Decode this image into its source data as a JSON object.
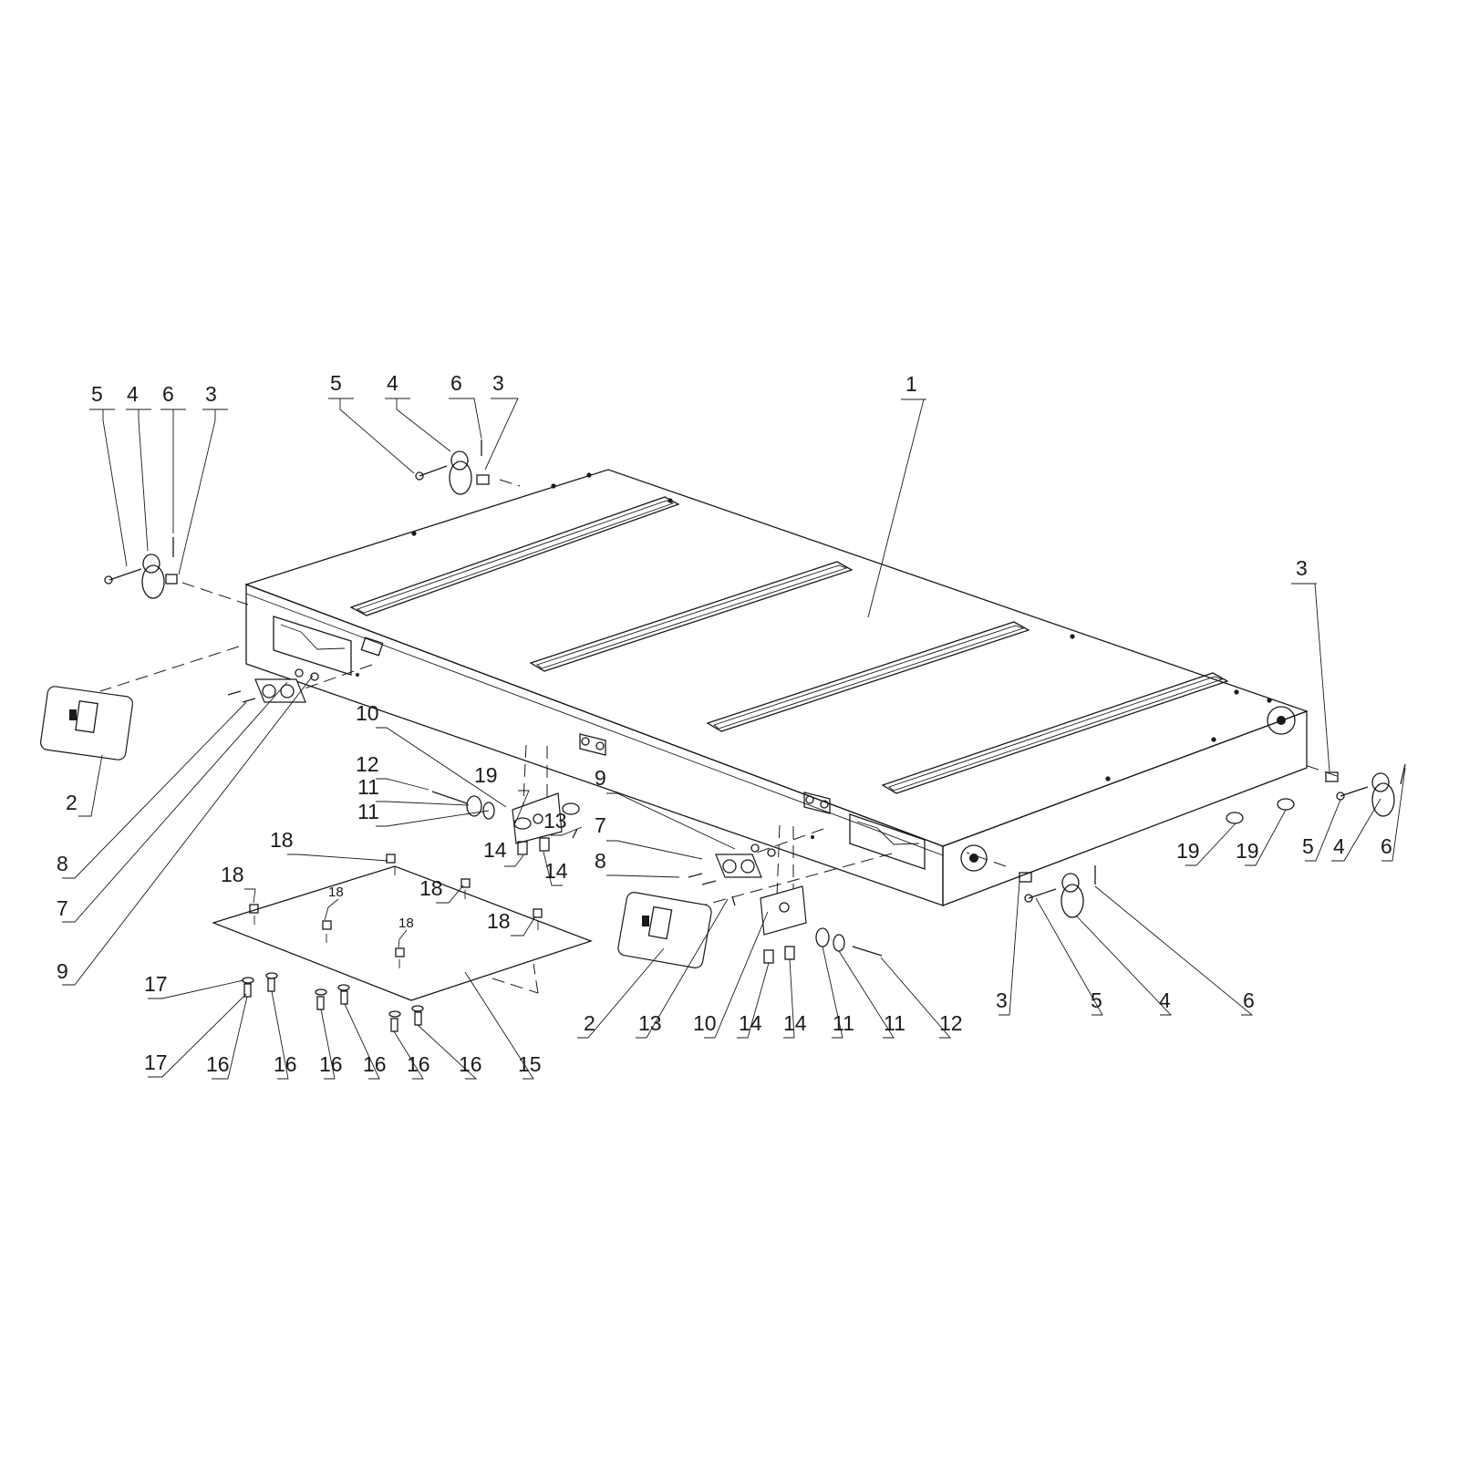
{
  "drawing": {
    "type": "exploded-assembly",
    "callouts": [
      {
        "id": "c-5a",
        "label": "5"
      },
      {
        "id": "c-4a",
        "label": "4"
      },
      {
        "id": "c-6a",
        "label": "6"
      },
      {
        "id": "c-3a",
        "label": "3"
      },
      {
        "id": "c-5b",
        "label": "5"
      },
      {
        "id": "c-4b",
        "label": "4"
      },
      {
        "id": "c-6b",
        "label": "6"
      },
      {
        "id": "c-3b",
        "label": "3"
      },
      {
        "id": "c-1",
        "label": "1"
      },
      {
        "id": "c-3c",
        "label": "3"
      },
      {
        "id": "c-2a",
        "label": "2"
      },
      {
        "id": "c-8a",
        "label": "8"
      },
      {
        "id": "c-7a",
        "label": "7"
      },
      {
        "id": "c-9a",
        "label": "9"
      },
      {
        "id": "c-10a",
        "label": "10"
      },
      {
        "id": "c-12a",
        "label": "12"
      },
      {
        "id": "c-11a",
        "label": "11"
      },
      {
        "id": "c-11b",
        "label": "11"
      },
      {
        "id": "c-19a",
        "label": "19"
      },
      {
        "id": "c-13a",
        "label": "13"
      },
      {
        "id": "c-14a",
        "label": "14"
      },
      {
        "id": "c-14b",
        "label": "14"
      },
      {
        "id": "c-9b",
        "label": "9"
      },
      {
        "id": "c-7b",
        "label": "7"
      },
      {
        "id": "c-8b",
        "label": "8"
      },
      {
        "id": "c-18a",
        "label": "18"
      },
      {
        "id": "c-18b",
        "label": "18"
      },
      {
        "id": "c-18c",
        "label": "18"
      },
      {
        "id": "c-18d",
        "label": "18"
      },
      {
        "id": "c-18e",
        "label": "18"
      },
      {
        "id": "c-18f",
        "label": "18"
      },
      {
        "id": "c-17a",
        "label": "17"
      },
      {
        "id": "c-17b",
        "label": "17"
      },
      {
        "id": "c-16a",
        "label": "16"
      },
      {
        "id": "c-16b",
        "label": "16"
      },
      {
        "id": "c-16c",
        "label": "16"
      },
      {
        "id": "c-16d",
        "label": "16"
      },
      {
        "id": "c-16e",
        "label": "16"
      },
      {
        "id": "c-16f",
        "label": "16"
      },
      {
        "id": "c-15",
        "label": "15"
      },
      {
        "id": "c-2b",
        "label": "2"
      },
      {
        "id": "c-13b",
        "label": "13"
      },
      {
        "id": "c-10b",
        "label": "10"
      },
      {
        "id": "c-14c",
        "label": "14"
      },
      {
        "id": "c-14d",
        "label": "14"
      },
      {
        "id": "c-11c",
        "label": "11"
      },
      {
        "id": "c-11d",
        "label": "11"
      },
      {
        "id": "c-12b",
        "label": "12"
      },
      {
        "id": "c-3d",
        "label": "3"
      },
      {
        "id": "c-5c",
        "label": "5"
      },
      {
        "id": "c-4c",
        "label": "4"
      },
      {
        "id": "c-6c",
        "label": "6"
      },
      {
        "id": "c-19b",
        "label": "19"
      },
      {
        "id": "c-19c",
        "label": "19"
      },
      {
        "id": "c-5d",
        "label": "5"
      },
      {
        "id": "c-4d",
        "label": "4"
      },
      {
        "id": "c-6d",
        "label": "6"
      }
    ]
  }
}
